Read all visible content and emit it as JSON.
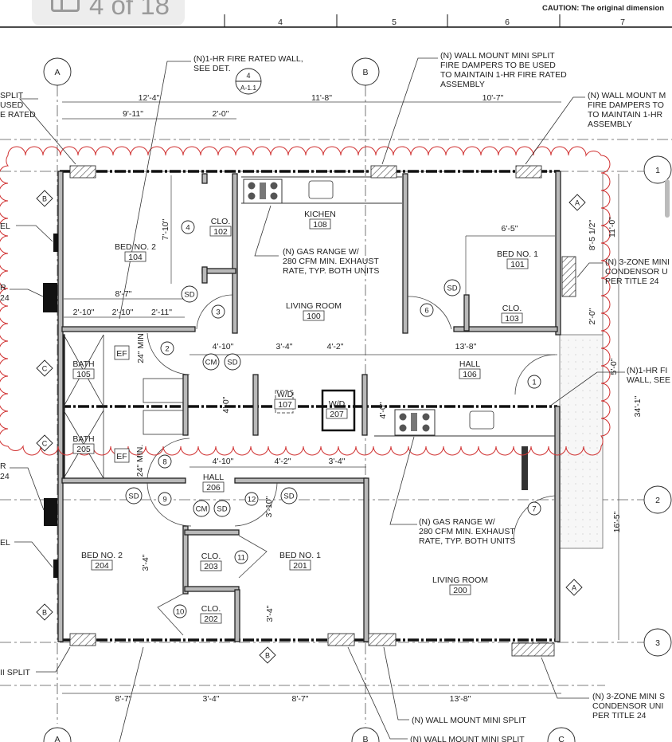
{
  "viewer": {
    "page_indicator": "4 of 18",
    "page_icon": "page-thumbnail-icon"
  },
  "title_block": {
    "caution": "CAUTION: The original dimension",
    "columns": [
      "4",
      "5",
      "6",
      "7"
    ]
  },
  "grid": {
    "top": [
      "A",
      "B"
    ],
    "right": [
      "1",
      "2",
      "3"
    ],
    "bottom": [
      "A",
      "B",
      "C"
    ]
  },
  "detail_ref": {
    "number": "4",
    "sheet": "A-1.1"
  },
  "colors": {
    "revision_cloud": "#d03030",
    "walls": "#b9b9b9"
  },
  "notes": {
    "fire_wall_top": [
      "(N)1-HR FIRE RATED WALL,",
      "SEE DET."
    ],
    "mini_split_top": [
      "(N) WALL MOUNT MINI SPLIT",
      "FIRE DAMPERS TO BE USED",
      "TO MAINTAIN 1-HR FIRE RATED",
      "ASSEMBLY"
    ],
    "mini_split_right": [
      "(N) WALL MOUNT M",
      "FIRE DAMPERS TO",
      "TO MAINTAIN 1-HR",
      "ASSEMBLY"
    ],
    "left_cut_top": [
      "SPLIT",
      "USED",
      "E RATED"
    ],
    "left_cut_side": [
      "EL",
      "R",
      "24",
      "R",
      "24",
      "EL",
      "II SPLIT"
    ],
    "gas_range_1": [
      "(N) GAS RANGE W/",
      "280 CFM MIN. EXHAUST",
      "RATE, TYP. BOTH UNITS"
    ],
    "gas_range_2": [
      "(N) GAS RANGE W/",
      "280 CFM MIN. EXHAUST",
      "RATE, TYP. BOTH UNITS"
    ],
    "condensor_right": [
      "(N) 3-ZONE MINI",
      "CONDENSOR U",
      "PER TITLE 24"
    ],
    "fire_wall_right": [
      "(N)1-HR FI",
      "WALL, SEE"
    ],
    "condensor_bottom": [
      "(N) 3-ZONE MINI S",
      "CONDENSOR UNI",
      "PER TITLE 24"
    ],
    "mini_split_bottom_1": "(N) WALL MOUNT MINI SPLIT",
    "mini_split_bottom_2": "(N) WALL MOUNT MINI SPLIT"
  },
  "rooms": [
    {
      "name": "BED NO. 2",
      "number": "104"
    },
    {
      "name": "CLO.",
      "number": "102"
    },
    {
      "name": "KICHEN",
      "number": "108"
    },
    {
      "name": "LIVING ROOM",
      "number": "100"
    },
    {
      "name": "BED NO. 1",
      "number": "101"
    },
    {
      "name": "CLO.",
      "number": "103"
    },
    {
      "name": "HALL",
      "number": "106"
    },
    {
      "name": "BATH",
      "number": "105"
    },
    {
      "name": "BATH",
      "number": "205"
    },
    {
      "name": "W/D",
      "number": "107"
    },
    {
      "name": "W/D",
      "number": "207"
    },
    {
      "name": "HALL",
      "number": "206"
    },
    {
      "name": "BED NO. 2",
      "number": "204"
    },
    {
      "name": "CLO.",
      "number": "203"
    },
    {
      "name": "BED NO. 1",
      "number": "201"
    },
    {
      "name": "CLO.",
      "number": "202"
    },
    {
      "name": "LIVING ROOM",
      "number": "200"
    }
  ],
  "dimensions": {
    "top": [
      "12'-4\"",
      "11'-8\"",
      "10'-7\"",
      "9'-11\"",
      "2'-0\""
    ],
    "interior": [
      "7'-10\"",
      "8'-7\"",
      "2'-10\"",
      "2'-10\"",
      "2'-11\"",
      "24\" MIN",
      "4'-10\"",
      "3'-4\"",
      "4'-2\"",
      "13'-8\"",
      "4'-0\"",
      "4'-0\"",
      "6'-5\"",
      "24\" MIN.",
      "4'-10\"",
      "4'-2\"",
      "3'-4\"",
      "3'-10\"",
      "3'-4\"",
      "3'-4\""
    ],
    "right": [
      "8'-5 1/2\"",
      "11'-0\"",
      "2'-0\"",
      "5'-0\"",
      "34'-1\"",
      "16'-5\""
    ],
    "bottom": [
      "8'-7\"",
      "3'-4\"",
      "8'-7\"",
      "13'-8\""
    ]
  },
  "tags": {
    "doors": [
      "4",
      "3",
      "2",
      "8",
      "9",
      "12",
      "11",
      "10",
      "6",
      "1",
      "7"
    ],
    "devices": [
      "SD",
      "CM",
      "SD",
      "SD",
      "CM",
      "SD",
      "SD",
      "SD"
    ],
    "fans": [
      "EF",
      "EF"
    ],
    "window_types": [
      "B",
      "C",
      "C",
      "B",
      "A",
      "B",
      "A"
    ]
  }
}
